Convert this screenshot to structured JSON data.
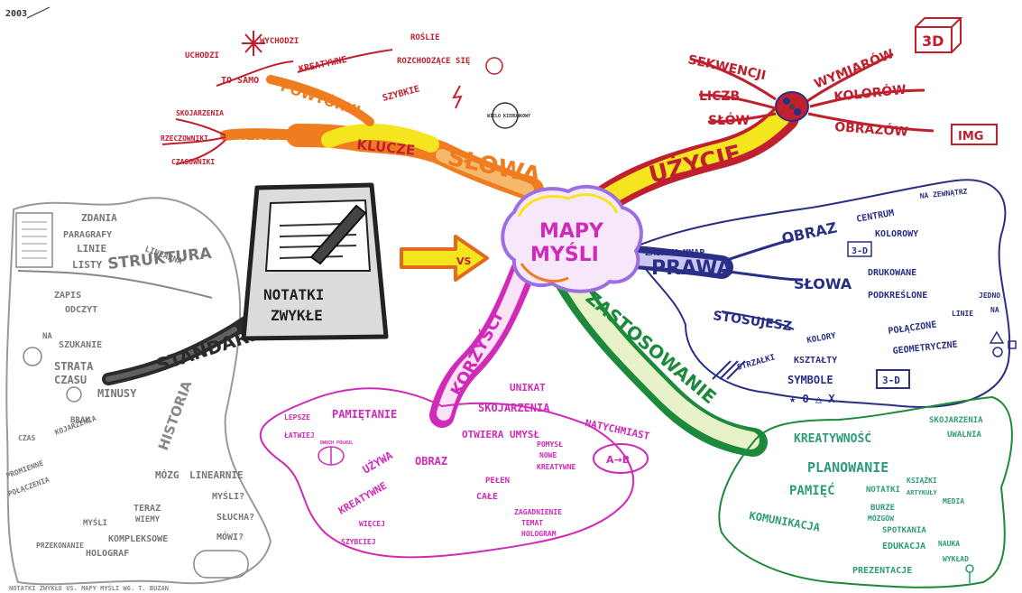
{
  "page": {
    "year_label": "2003"
  },
  "center": {
    "line1": "MAPY",
    "line2": "MYŚLI",
    "vs": "VS"
  },
  "colors": {
    "red": "#c0202e",
    "orange": "#ef7d1f",
    "orange_fill": "#f6b86a",
    "yellow": "#f5e51e",
    "navy": "#2a2f86",
    "green": "#1c8a3a",
    "teal": "#2e9c7c",
    "magenta": "#d02ab8",
    "gray": "#7a7a7a",
    "black": "#2b2b2b",
    "center_ring": "#9b6fe0"
  },
  "branches": {
    "slowa": {
      "label": "SŁOWA",
      "sub": {
        "klucze": "KLUCZE",
        "silne": "SILNE",
        "silne_items": [
          "SKOJARZENIA",
          "RZECZOWNIKI",
          "CZASOWNIKI"
        ],
        "powtorki": "POWTÓRKI",
        "powtorki_items": [
          "TO SAMO",
          "KREATYWNE",
          "SZYBKIE"
        ],
        "top_items": [
          "UCHODZI",
          "WYCHODZI",
          "ROŚLIE",
          "ROZCHODZĄCE SIĘ"
        ],
        "star_note": "WIELO KIERUNKOWY"
      }
    },
    "uzycie": {
      "label": "UŻYCIE",
      "items": [
        "SEKWENCJI",
        "LICZB",
        "SŁÓW",
        "WYMIARÓW",
        "KOLORÓW",
        "OBRAZÓW"
      ],
      "tag_3d": "3D",
      "tag_img": "IMG"
    },
    "prawa": {
      "label": "PRAWA",
      "zasady": "ZASADY MMAP",
      "obraz": "OBRAZ",
      "obraz_items": [
        "CENTRUM",
        "NA ZEWNĄTRZ",
        "KOLOROWY",
        "3-D"
      ],
      "slowa": "SŁOWA",
      "slowa_items": [
        "DRUKOWANE",
        "PODKREŚLONE",
        "JEDNO"
      ],
      "stosujesz": "STOSUJESZ",
      "stosujesz_items": [
        "POŁĄCZONE",
        "LINIE",
        "NA",
        "KOLORY",
        "KSZTAŁTY",
        "GEOMETRYCZNE",
        "STRZAŁKI",
        "SYMBOLE",
        "3-D"
      ],
      "symbol_row": "★ O △ X"
    },
    "zastosowanie": {
      "label": "ZASTOSOWANIE",
      "items": [
        "KREATYWNOŚĆ",
        "SKOJARZENIA",
        "UWALNIA",
        "PLANOWANIE",
        "PAMIĘĆ",
        "NOTATKI",
        "KSIĄŻKI",
        "ARTYKUŁY",
        "MEDIA",
        "BURZE",
        "MÓZGÓW",
        "KOMUNIKACJA",
        "SPOTKANIA",
        "EDUKACJA",
        "NAUKA",
        "WYKŁAD",
        "PREZENTACJE"
      ]
    },
    "korzysci": {
      "label": "KORZYŚCI",
      "items": [
        "UNIKAT",
        "SKOJARZENIA",
        "NATYCHMIAST",
        "PAMIĘTANIE",
        "LEPSZE",
        "ŁATWIEJ",
        "UŻYWA",
        "OTWIERA UMYSŁ",
        "POMYSŁ",
        "NOWE",
        "KREATYWNE",
        "OBRAZ",
        "PEŁEN",
        "CAŁE",
        "ZAGADNIENIE",
        "TEMAT",
        "HOLOGRAM",
        "KREATYWNE",
        "WIĘCEJ",
        "SZYBCIEJ",
        "DWUCH PÓŁKUL"
      ],
      "abc": "A→B"
    },
    "standard": {
      "label": "STANDARD",
      "notebook": {
        "line1": "NOTATKI",
        "line2": "ZWYKŁE"
      },
      "struktura": "STRUKTURA",
      "struktura_items": [
        "ZDANIA",
        "PARAGRAFY",
        "LINIE",
        "LISTY",
        "LINEARNA"
      ],
      "items": [
        "ZAPIS",
        "ODCZYT",
        "NA",
        "SZUKANIE",
        "STRATA",
        "CZASU",
        "MINUSY",
        "BRAK",
        "KOJARZENIA",
        "CZAS"
      ],
      "historia": "HISTORIA",
      "historia_items": [
        "MÓZG",
        "LINEARNIE",
        "MYŚLI?",
        "SŁUCHA?",
        "TERAZ",
        "WIEMY",
        "MÓWI?",
        "PRZEKONANIE",
        "MYŚLI",
        "KOMPLEKSOWE",
        "HOLOGRAF",
        "POŁĄCZENIA",
        "PROMIENNE"
      ]
    }
  },
  "footer_text": "NOTATKI ZWYKŁE VS. MAPY MYŚLI WG. T. BUZAN"
}
